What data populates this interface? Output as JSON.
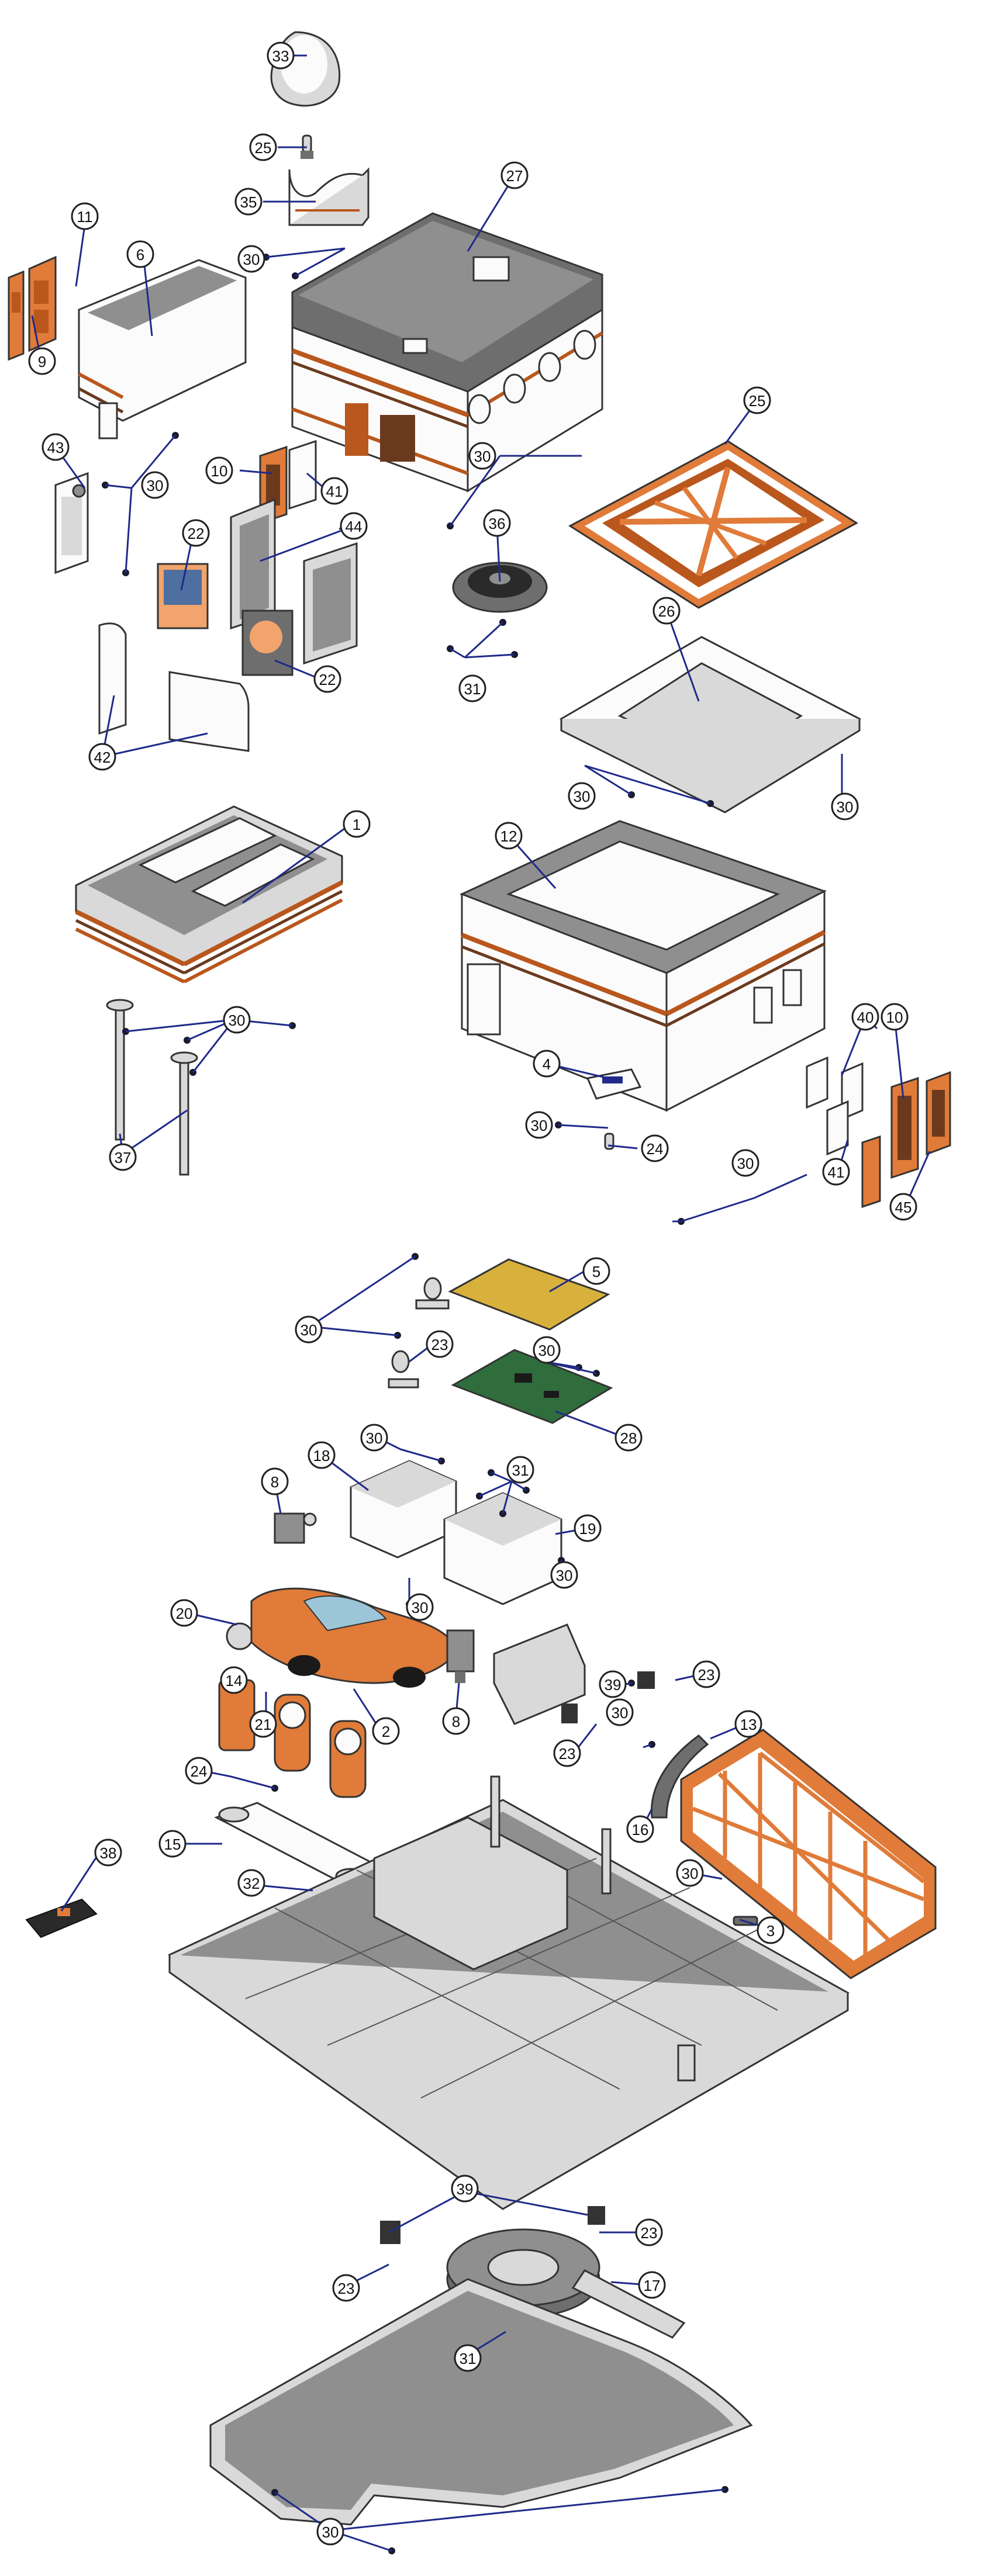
{
  "figure": {
    "type": "exploded parts diagram",
    "colors": {
      "orange": "#e07b39",
      "gray": "#8f8f8f",
      "pcb_green": "#2f6d3c",
      "plate_gold": "#d8b13c",
      "leader_blue": "#1f2a8a"
    }
  },
  "callouts": [
    {
      "id": "c33a",
      "label": "33"
    },
    {
      "id": "c25a",
      "label": "25"
    },
    {
      "id": "c35",
      "label": "35"
    },
    {
      "id": "c27",
      "label": "27"
    },
    {
      "id": "c30a",
      "label": "30"
    },
    {
      "id": "c11",
      "label": "11"
    },
    {
      "id": "c6",
      "label": "6"
    },
    {
      "id": "c9",
      "label": "9"
    },
    {
      "id": "c43",
      "label": "43"
    },
    {
      "id": "c30b",
      "label": "30"
    },
    {
      "id": "c10a",
      "label": "10"
    },
    {
      "id": "c41a",
      "label": "41"
    },
    {
      "id": "c30c",
      "label": "30"
    },
    {
      "id": "c25b",
      "label": "25"
    },
    {
      "id": "c22a",
      "label": "22"
    },
    {
      "id": "c44",
      "label": "44"
    },
    {
      "id": "c36",
      "label": "36"
    },
    {
      "id": "c22b",
      "label": "22"
    },
    {
      "id": "c31a",
      "label": "31"
    },
    {
      "id": "c26",
      "label": "26"
    },
    {
      "id": "c42",
      "label": "42"
    },
    {
      "id": "c30d",
      "label": "30"
    },
    {
      "id": "c30e",
      "label": "30"
    },
    {
      "id": "c1",
      "label": "1"
    },
    {
      "id": "c12",
      "label": "12"
    },
    {
      "id": "c30f",
      "label": "30"
    },
    {
      "id": "c40",
      "label": "40"
    },
    {
      "id": "c10b",
      "label": "10"
    },
    {
      "id": "c4",
      "label": "4"
    },
    {
      "id": "c30g",
      "label": "30"
    },
    {
      "id": "c24a",
      "label": "24"
    },
    {
      "id": "c37",
      "label": "37"
    },
    {
      "id": "c30h",
      "label": "30"
    },
    {
      "id": "c41b",
      "label": "41"
    },
    {
      "id": "c45",
      "label": "45"
    },
    {
      "id": "c5",
      "label": "5"
    },
    {
      "id": "c30i",
      "label": "30"
    },
    {
      "id": "c23a",
      "label": "23"
    },
    {
      "id": "c30j",
      "label": "30"
    },
    {
      "id": "c28",
      "label": "28"
    },
    {
      "id": "c30k",
      "label": "30"
    },
    {
      "id": "c18",
      "label": "18"
    },
    {
      "id": "c31b",
      "label": "31"
    },
    {
      "id": "c8a",
      "label": "8"
    },
    {
      "id": "c19",
      "label": "19"
    },
    {
      "id": "c30l",
      "label": "30"
    },
    {
      "id": "c30m",
      "label": "30"
    },
    {
      "id": "c20",
      "label": "20"
    },
    {
      "id": "c14",
      "label": "14"
    },
    {
      "id": "c21",
      "label": "21"
    },
    {
      "id": "c8b",
      "label": "8"
    },
    {
      "id": "c2",
      "label": "2"
    },
    {
      "id": "c39a",
      "label": "39"
    },
    {
      "id": "c23b",
      "label": "23"
    },
    {
      "id": "c23c",
      "label": "23"
    },
    {
      "id": "c30n",
      "label": "30"
    },
    {
      "id": "c24b",
      "label": "24"
    },
    {
      "id": "c13",
      "label": "13"
    },
    {
      "id": "c15",
      "label": "15"
    },
    {
      "id": "c16",
      "label": "16"
    },
    {
      "id": "c38",
      "label": "38"
    },
    {
      "id": "c32",
      "label": "32"
    },
    {
      "id": "c30o",
      "label": "30"
    },
    {
      "id": "c3",
      "label": "3"
    },
    {
      "id": "c39b",
      "label": "39"
    },
    {
      "id": "c23d",
      "label": "23"
    },
    {
      "id": "c23e",
      "label": "23"
    },
    {
      "id": "c17",
      "label": "17"
    },
    {
      "id": "c31c",
      "label": "31"
    },
    {
      "id": "c30p",
      "label": "30"
    }
  ]
}
